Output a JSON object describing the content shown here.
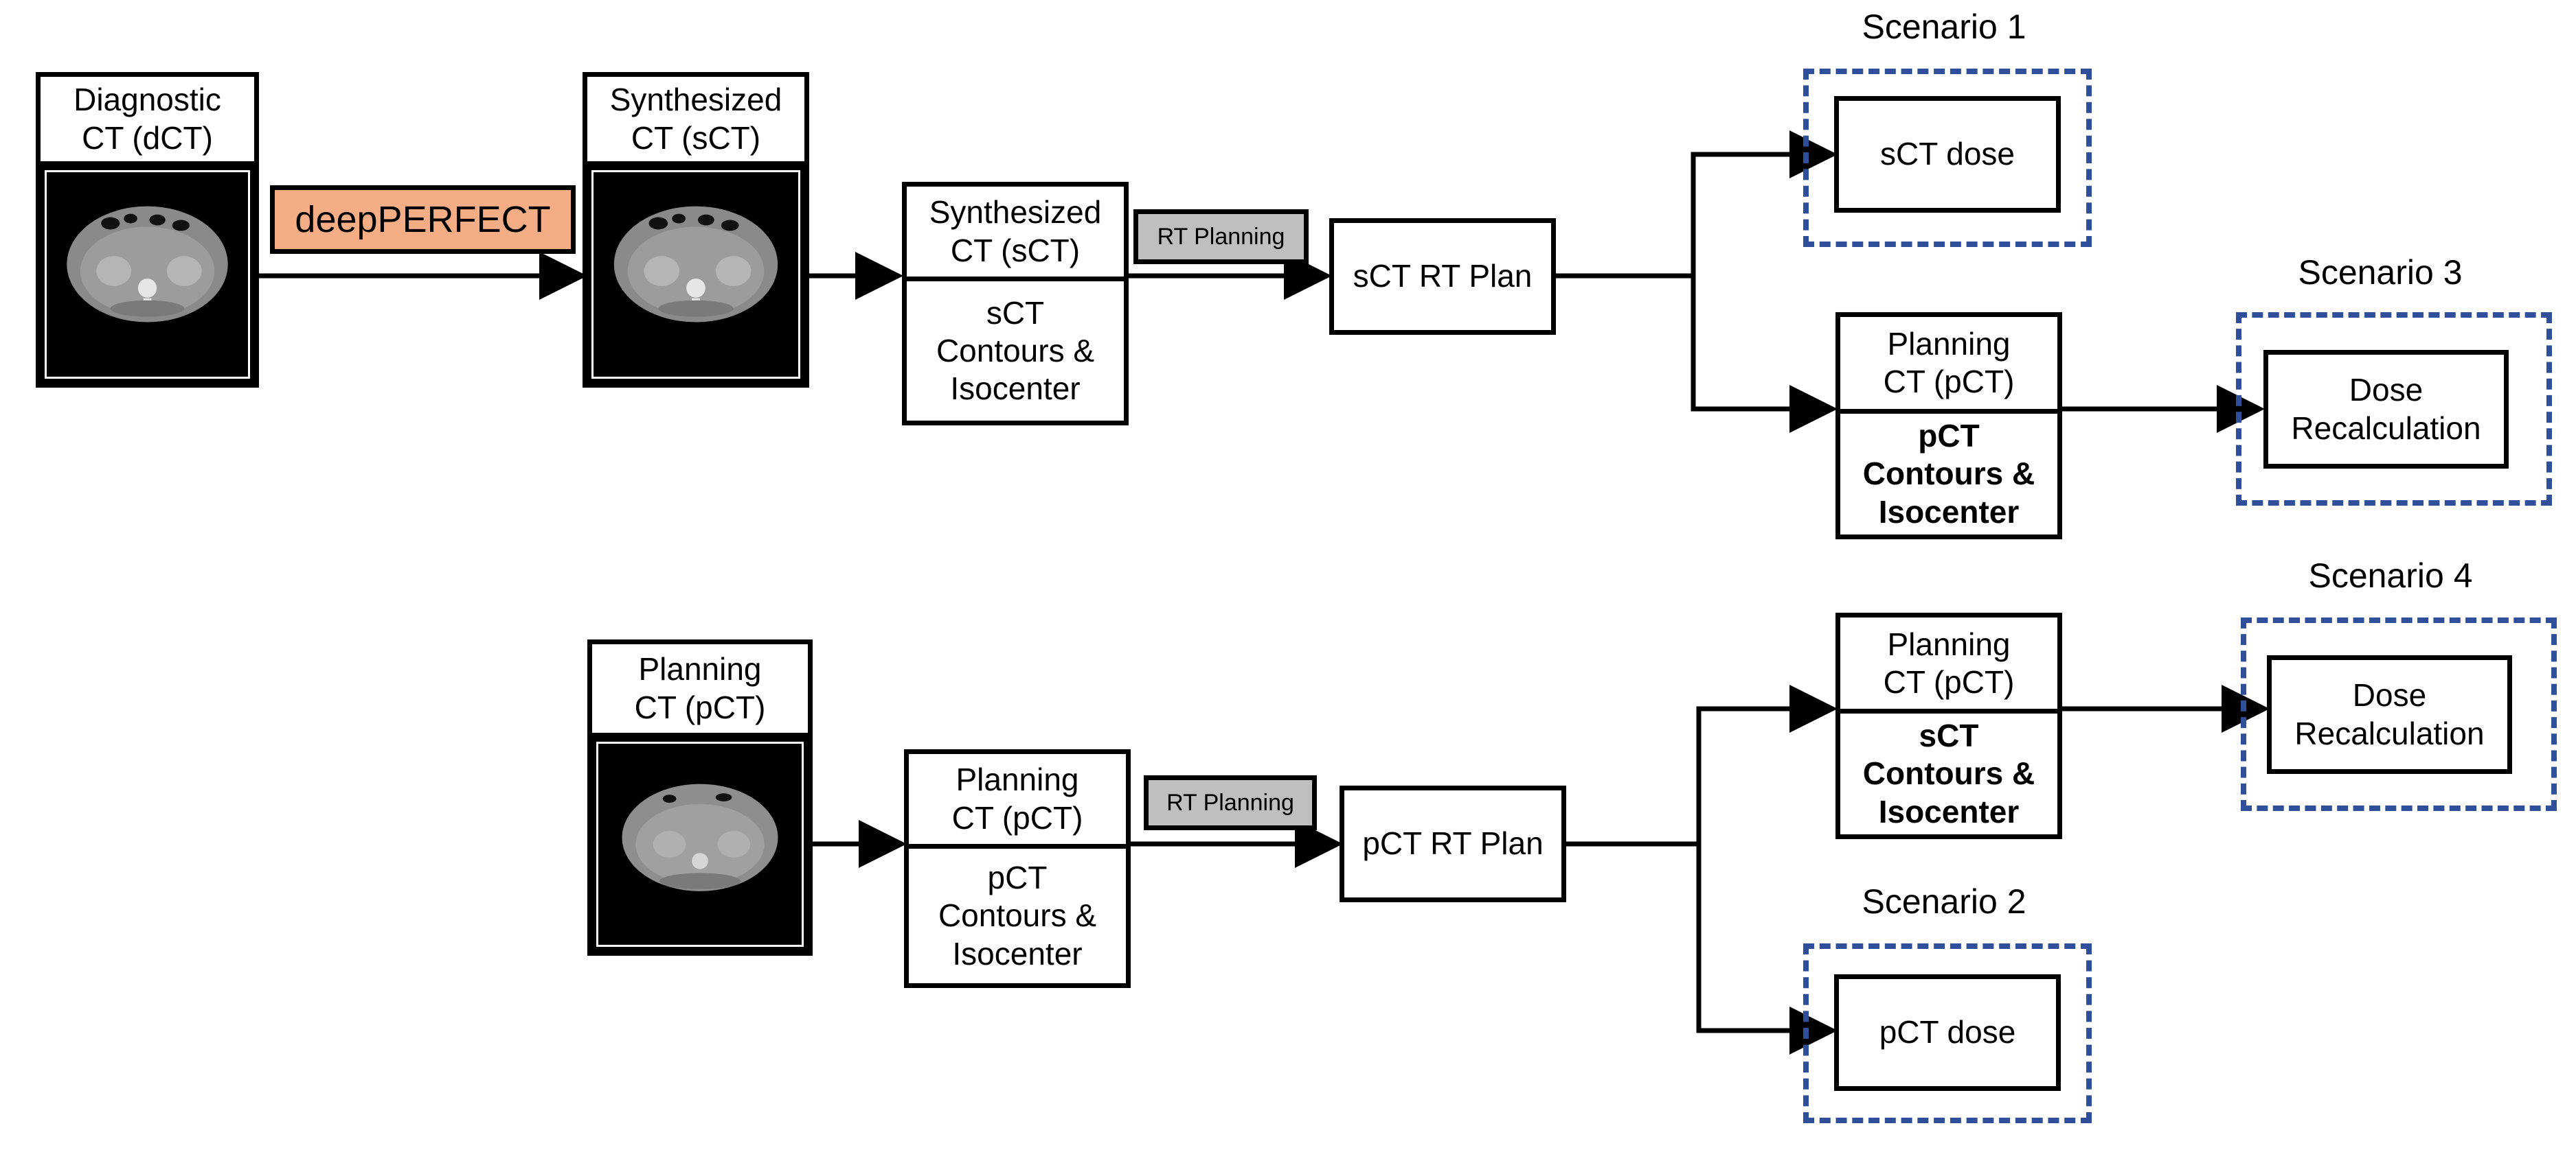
{
  "colors": {
    "deep_perfect_fill": "#f4ad84",
    "rt_planning_fill": "#bfbfbf",
    "scenario_border": "#2f4f9a",
    "ct_background": "#000000"
  },
  "top_pipeline": {
    "dct_header": "Diagnostic\nCT (dCT)",
    "deep_perfect_label": "deepPERFECT",
    "sct_header": "Synthesized\nCT (sCT)",
    "sct_stack_top": "Synthesized\nCT (sCT)",
    "sct_stack_bottom": "sCT\nContours &\nIsocenter",
    "rt_planning_label": "RT Planning",
    "sct_rt_plan": "sCT RT Plan",
    "scenario1_title": "Scenario 1",
    "scenario1_box": "sCT dose",
    "pct_stack_top": "Planning\nCT (pCT)",
    "pct_stack_bottom": "pCT\nContours &\nIsocenter",
    "scenario3_title": "Scenario 3",
    "scenario3_box": "Dose\nRecalculation"
  },
  "bottom_pipeline": {
    "pct_header": "Planning\nCT (pCT)",
    "pct_stack_top": "Planning\nCT (pCT)",
    "pct_stack_bottom": "pCT\nContours &\nIsocenter",
    "rt_planning_label": "RT Planning",
    "pct_rt_plan": "pCT RT Plan",
    "scenario4_title": "Scenario 4",
    "scenario4_stack_top": "Planning\nCT (pCT)",
    "scenario4_stack_bottom": "sCT\nContours &\nIsocenter",
    "scenario4_box": "Dose\nRecalculation",
    "scenario2_title": "Scenario 2",
    "scenario2_box": "pCT dose"
  }
}
